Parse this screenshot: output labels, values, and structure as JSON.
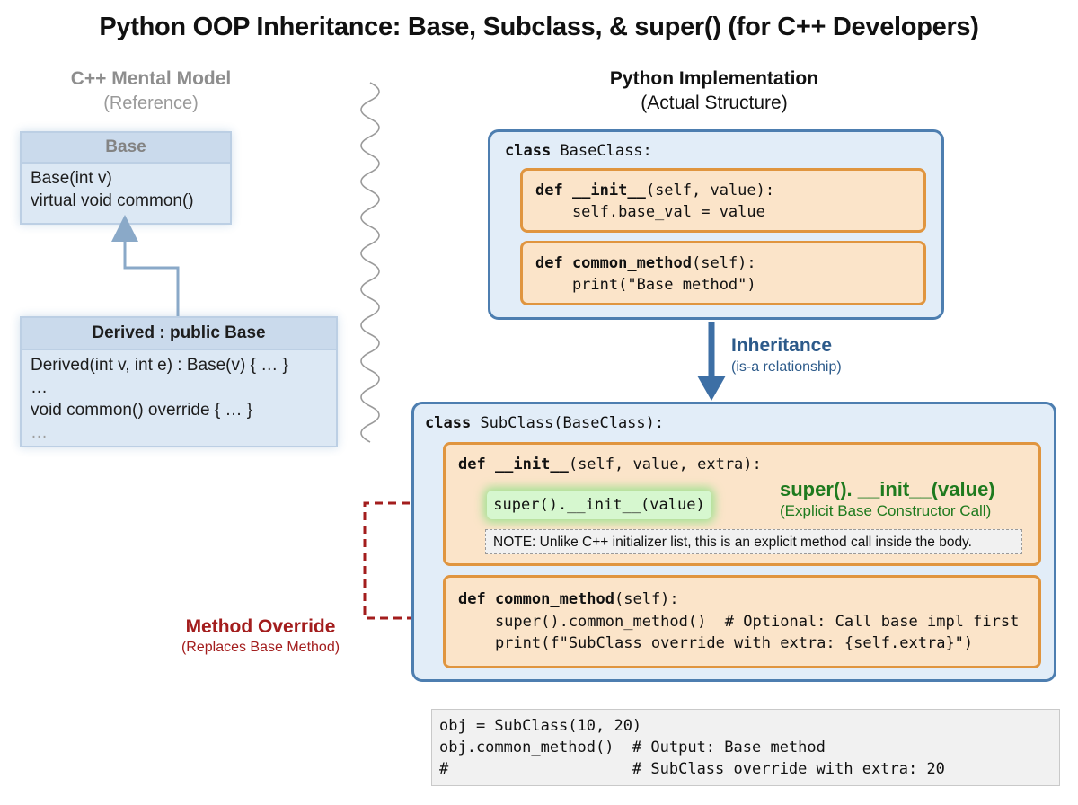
{
  "title": "Python OOP Inheritance: Base, Subclass, & super() (for C++ Developers)",
  "cpp": {
    "heading": "C++ Mental Model",
    "subheading": "(Reference)",
    "base": {
      "name": "Base",
      "members": [
        "Base(int v)",
        "virtual void common()"
      ]
    },
    "derived": {
      "name": "Derived : public Base",
      "members": [
        "Derived(int v, int e) : Base(v) { … }",
        "…",
        "void common() override { … }",
        "…"
      ]
    }
  },
  "python": {
    "heading": "Python Implementation",
    "subheading": "(Actual Structure)",
    "base_class": {
      "decl_kw": "class",
      "decl_rest": " BaseClass:",
      "init": {
        "sig_kw": "def __init__",
        "sig_rest": "(self, value):",
        "body": "    self.base_val = value"
      },
      "common": {
        "sig_kw": "def common_method",
        "sig_rest": "(self):",
        "body": "    print(\"Base method\")"
      }
    },
    "inheritance": {
      "label": "Inheritance",
      "sublabel": "(is-a relationship)"
    },
    "sub_class": {
      "decl_kw": "class",
      "decl_rest": " SubClass(BaseClass):",
      "init": {
        "sig_kw": "def __init__",
        "sig_rest": "(self, value, extra):",
        "super_call": "super().__init__(value)",
        "note": "NOTE: Unlike C++ initializer list, this is an explicit method call inside the body."
      },
      "common": {
        "sig_kw": "def common_method",
        "sig_rest": "(self):",
        "line1": "    super().common_method()  # Optional: Call base impl first",
        "line2": "    print(f\"SubClass override with extra: {self.extra}\")"
      }
    },
    "super_annotation": {
      "label": "super(). __init__(value)",
      "sublabel": "(Explicit Base Constructor Call)"
    },
    "override_annotation": {
      "label": "Method Override",
      "sublabel": "(Replaces Base Method)"
    }
  },
  "example": [
    "obj = SubClass(10, 20)",
    "obj.common_method()  # Output: Base method",
    "#                    # SubClass override with extra: 20"
  ],
  "colors": {
    "python_class_border": "#4d7eb0",
    "method_border": "#e0953f",
    "inheritance_arrow": "#3d6fa5",
    "override": "#a31d1d",
    "super_green": "#1e7a1e"
  }
}
